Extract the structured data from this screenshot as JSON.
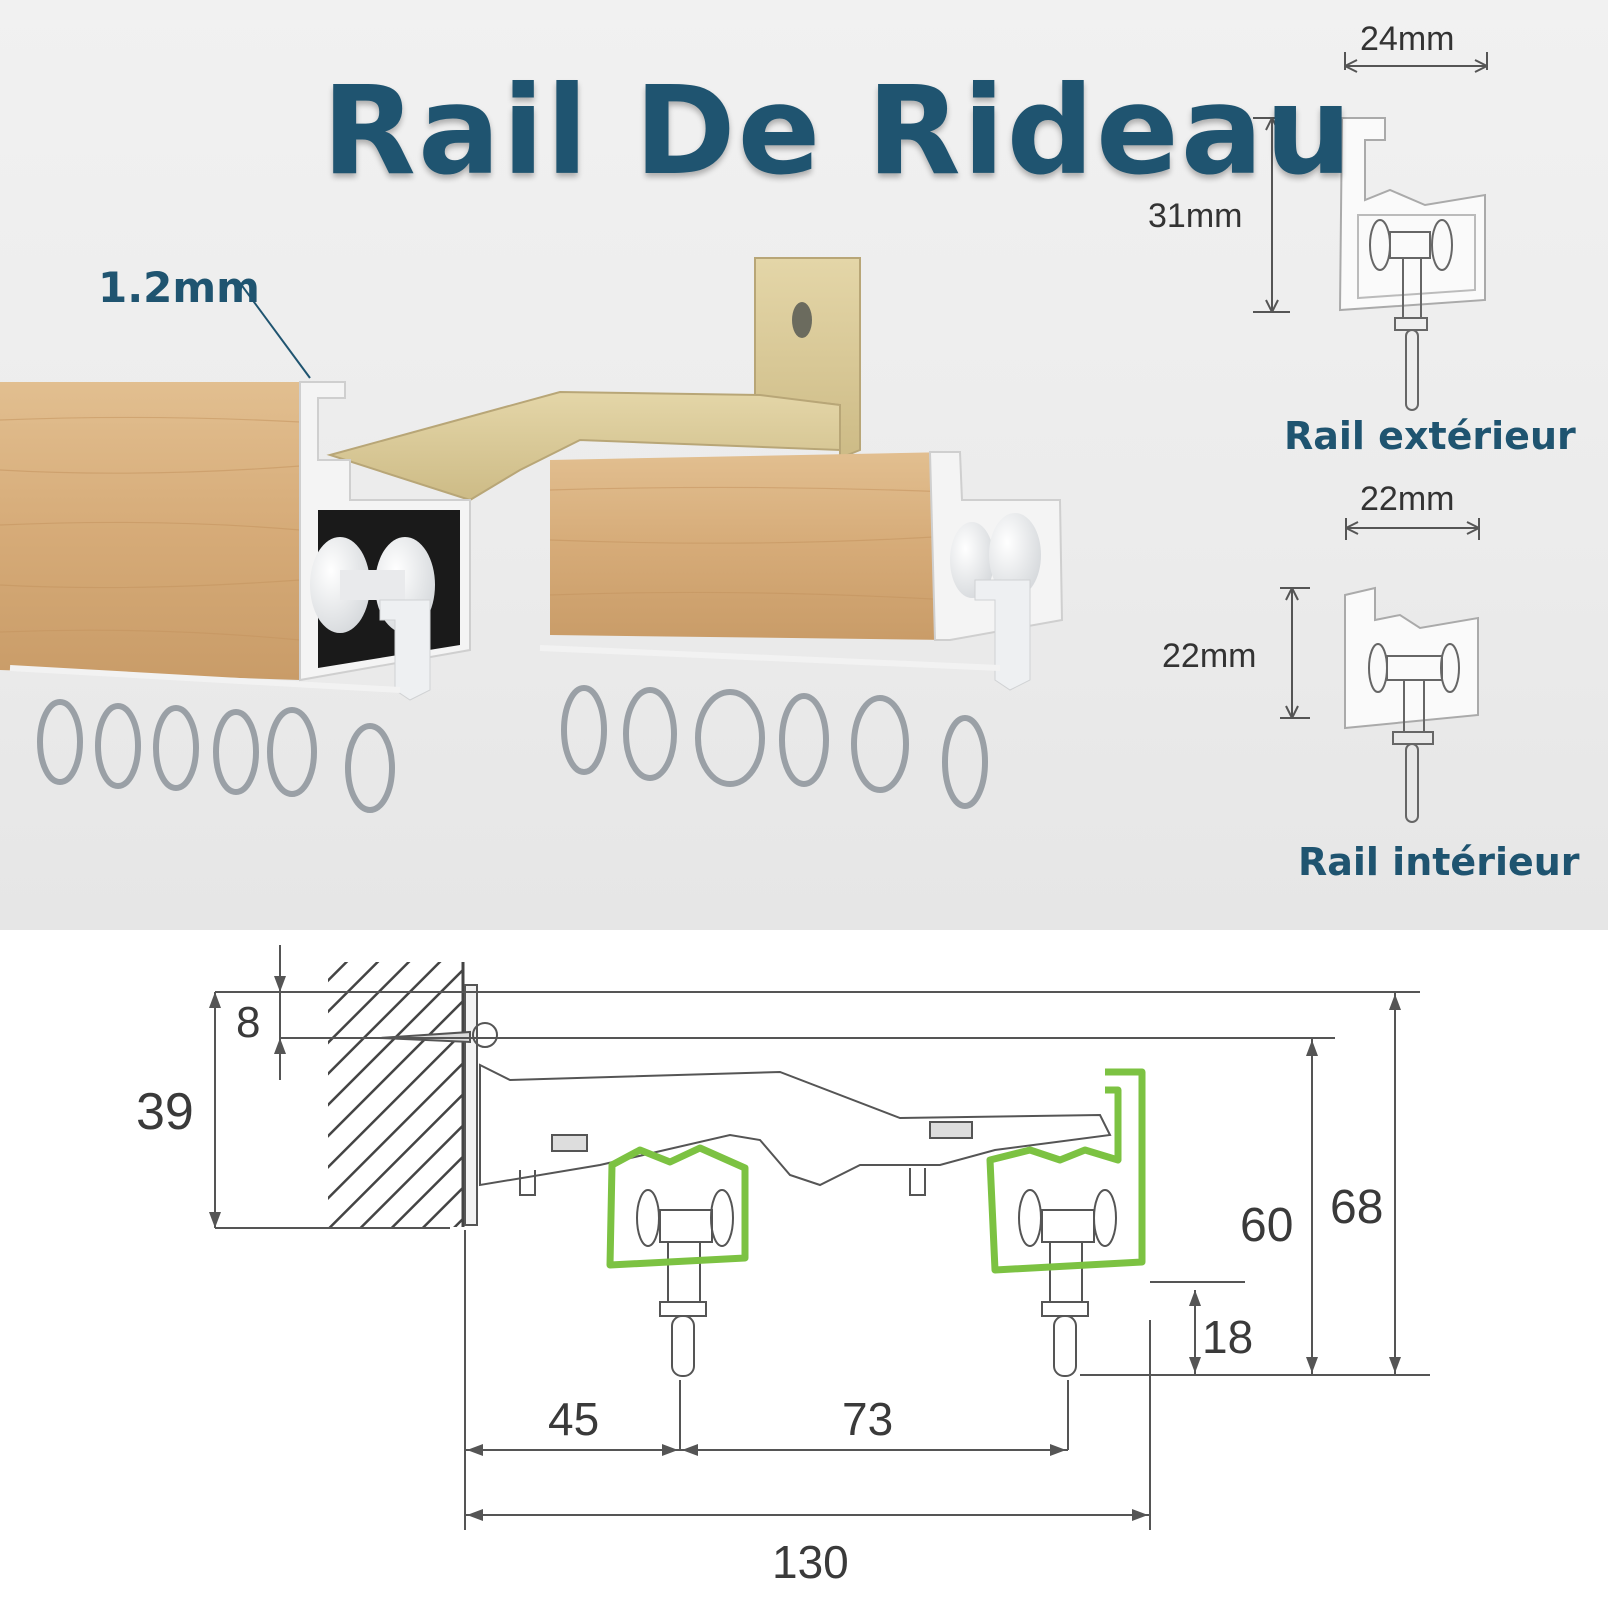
{
  "title": "Rail De Rideau",
  "product": {
    "thickness_label": "1.2mm"
  },
  "outer_rail": {
    "label": "Rail extérieur",
    "width_label": "24mm",
    "height_label": "31mm"
  },
  "inner_rail": {
    "label": "Rail intérieur",
    "width_label": "22mm",
    "height_label": "22mm"
  },
  "technical_drawing": {
    "dim_top_offset": "8",
    "dim_bracket_height": "39",
    "dim_inner_to_outer_height": "60",
    "dim_total_height": "68",
    "dim_hook_drop": "18",
    "dim_first_rail": "45",
    "dim_rail_spacing": "73",
    "dim_total_depth": "130"
  },
  "colors": {
    "title_blue": "#1f5470",
    "wood": "#d8b07f",
    "bracket": "#d9c99a",
    "rail_highlight_green": "#7cc242"
  }
}
